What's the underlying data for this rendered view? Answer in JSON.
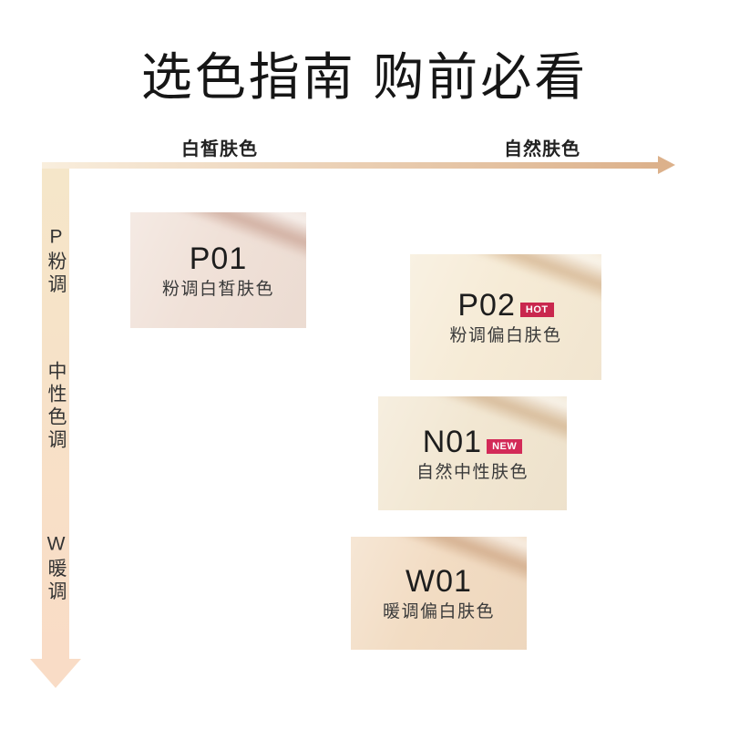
{
  "page": {
    "title": "选色指南 购前必看"
  },
  "axes": {
    "horizontal": {
      "label_left": "白皙肤色",
      "label_right": "自然肤色",
      "gradient_start": "#f9eedd",
      "gradient_end": "#dcb18b"
    },
    "vertical": {
      "label_pink": "P粉调",
      "label_neutral": "中性色调",
      "label_warm": "W暖调",
      "gradient_start": "#f5e6c9",
      "gradient_end": "#f9dcc6"
    }
  },
  "shades": [
    {
      "code": "P01",
      "badge": "",
      "desc": "粉调白皙肤色",
      "swatch_color": "#f0e1d8",
      "streak_color": "#d2b1a3"
    },
    {
      "code": "P02",
      "badge": "HOT",
      "badge_color": "#c9274e",
      "desc": "粉调偏白肤色",
      "swatch_color": "#f6ebd6",
      "streak_color": "#dbbf9e"
    },
    {
      "code": "N01",
      "badge": "NEW",
      "badge_color": "#d32a58",
      "desc": "自然中性肤色",
      "swatch_color": "#f2e7d2",
      "streak_color": "#d8bd9c"
    },
    {
      "code": "W01",
      "badge": "",
      "desc": "暖调偏白肤色",
      "swatch_color": "#f2dcc3",
      "streak_color": "#d5b191"
    }
  ]
}
